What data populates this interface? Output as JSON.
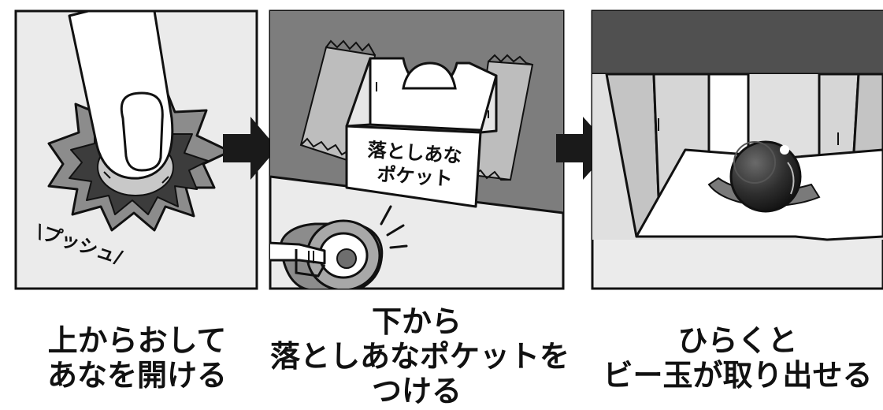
{
  "panels": [
    {
      "id": "step1",
      "sound_effect": "\\プッシュ/",
      "caption_lines": [
        "上からおして",
        "あなを開ける"
      ]
    },
    {
      "id": "step2",
      "pocket_label_lines": [
        "落としあな",
        "ポケット"
      ],
      "caption_lines": [
        "下から",
        "落としあなポケットを",
        "つける"
      ]
    },
    {
      "id": "step3",
      "caption_lines": [
        "ひらくと",
        "ビー玉が取り出せる"
      ]
    }
  ],
  "arrow_icon": "right-arrow-icon",
  "colors": {
    "ink": "#111111",
    "panel_light": "#ebebeb",
    "panel_mid": "#8c8c8c",
    "panel_dark": "#555555",
    "marble": "#333333",
    "paper": "#ffffff"
  }
}
